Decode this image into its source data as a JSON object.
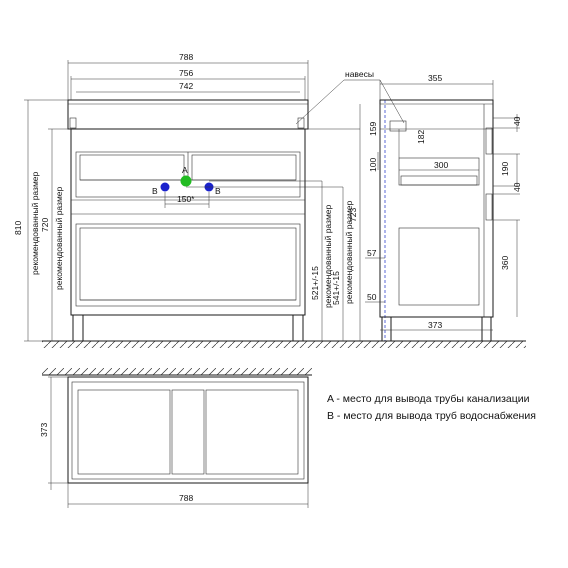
{
  "front": {
    "width_total": "788",
    "width_body": "756",
    "width_top": "742",
    "height_total": "810",
    "height_recommended": "720",
    "height_side": "723",
    "recommended_label": "рекомендованный размер",
    "drain_height": "521+/-15",
    "water_height": "541+/-15",
    "pipe_spacing": "150*",
    "label_a": "A",
    "label_b": "B",
    "hinges_label": "навесы"
  },
  "side": {
    "depth_total": "355",
    "depth_base": "373",
    "d159": "159",
    "d182": "182",
    "d100": "100",
    "d300": "300",
    "d40_top": "40",
    "d190": "190",
    "d40_mid": "40",
    "d360": "360",
    "d57": "57",
    "d50": "50"
  },
  "plan": {
    "width": "788",
    "depth": "373"
  },
  "legend": {
    "a_text": "A - место для вывода трубы канализации",
    "b_text": "B - место для вывода труб водоснабжения"
  },
  "colors": {
    "drain_marker": "#22bb22",
    "water_marker": "#1a22cc"
  }
}
